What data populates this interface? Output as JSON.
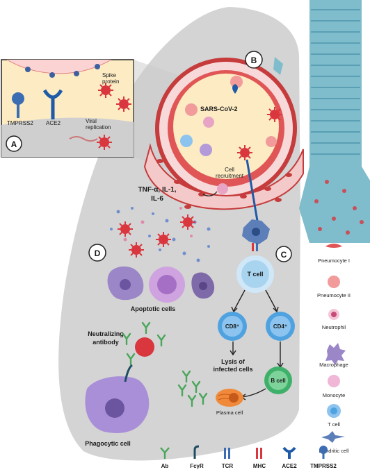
{
  "panels": {
    "a": {
      "badge": "A",
      "spike_label_1": "Spike",
      "spike_label_2": "protein",
      "tmprss2_label": "TMPRSS2",
      "ace2_label": "ACE2",
      "replication_label_1": "Viral",
      "replication_label_2": "replication"
    },
    "b": {
      "badge": "B",
      "virus_label": "SARS-CoV-2",
      "recruit_label_1": "Cell",
      "recruit_label_2": "recruitment"
    },
    "c": {
      "badge": "C",
      "t_cell": "T cell",
      "cd8": "CD8⁺",
      "cd4": "CD4⁺",
      "b_cell": "B cell",
      "lysis_1": "Lysis of",
      "lysis_2": "infected cells",
      "plasma_cell": "Plasma cell"
    },
    "d": {
      "badge": "D",
      "cytokines_1": "TNF-α, IL-1,",
      "cytokines_2": "IL-6",
      "apoptotic": "Apoptotic cells",
      "neutralizing_1": "Neutralizing",
      "neutralizing_2": "antibody",
      "phagocytic": "Phagocytic cell"
    }
  },
  "legend_right": [
    {
      "label": "Pneumocyte I"
    },
    {
      "label": "Pneumocyte II"
    },
    {
      "label": "Neutrophil"
    },
    {
      "label": "Macrophage"
    },
    {
      "label": "Monocyte"
    },
    {
      "label": "T cell"
    },
    {
      "label": "Dendritic cell"
    }
  ],
  "legend_bottom": [
    {
      "label": "Ab"
    },
    {
      "label": "FcγR"
    },
    {
      "label": "TCR"
    },
    {
      "label": "MHC"
    },
    {
      "label": "ACE2"
    },
    {
      "label": "TMPRSS2"
    }
  ],
  "colors": {
    "lung": "#d4d4d4",
    "trachea": "#7fbccc",
    "virus": "#d9363e",
    "tcell": "#a9d4ef",
    "bcell": "#3fb06a",
    "macrophage": "#9b86c8",
    "vessel": "#c63b3b",
    "alveolus": "#fcebc3"
  }
}
